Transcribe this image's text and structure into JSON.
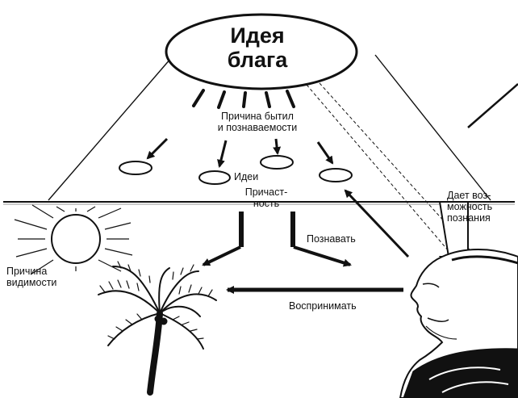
{
  "diagram": {
    "idea_of_good": {
      "line1": "Идея",
      "line2": "блага"
    },
    "cause_of_being": {
      "line1": "Причина бытил",
      "line2": "и познаваемости"
    },
    "ideas": "Идеи",
    "participation": {
      "line1": "Причаст-",
      "line2": "ность"
    },
    "gives_possibility": {
      "line1": "Дает воз-",
      "line2": "можность",
      "line3": "познания"
    },
    "to_know": "Познавать",
    "cause_of_visibility": {
      "line1": "Причина",
      "line2": "видимости"
    },
    "to_perceive": "Воспринимать"
  }
}
